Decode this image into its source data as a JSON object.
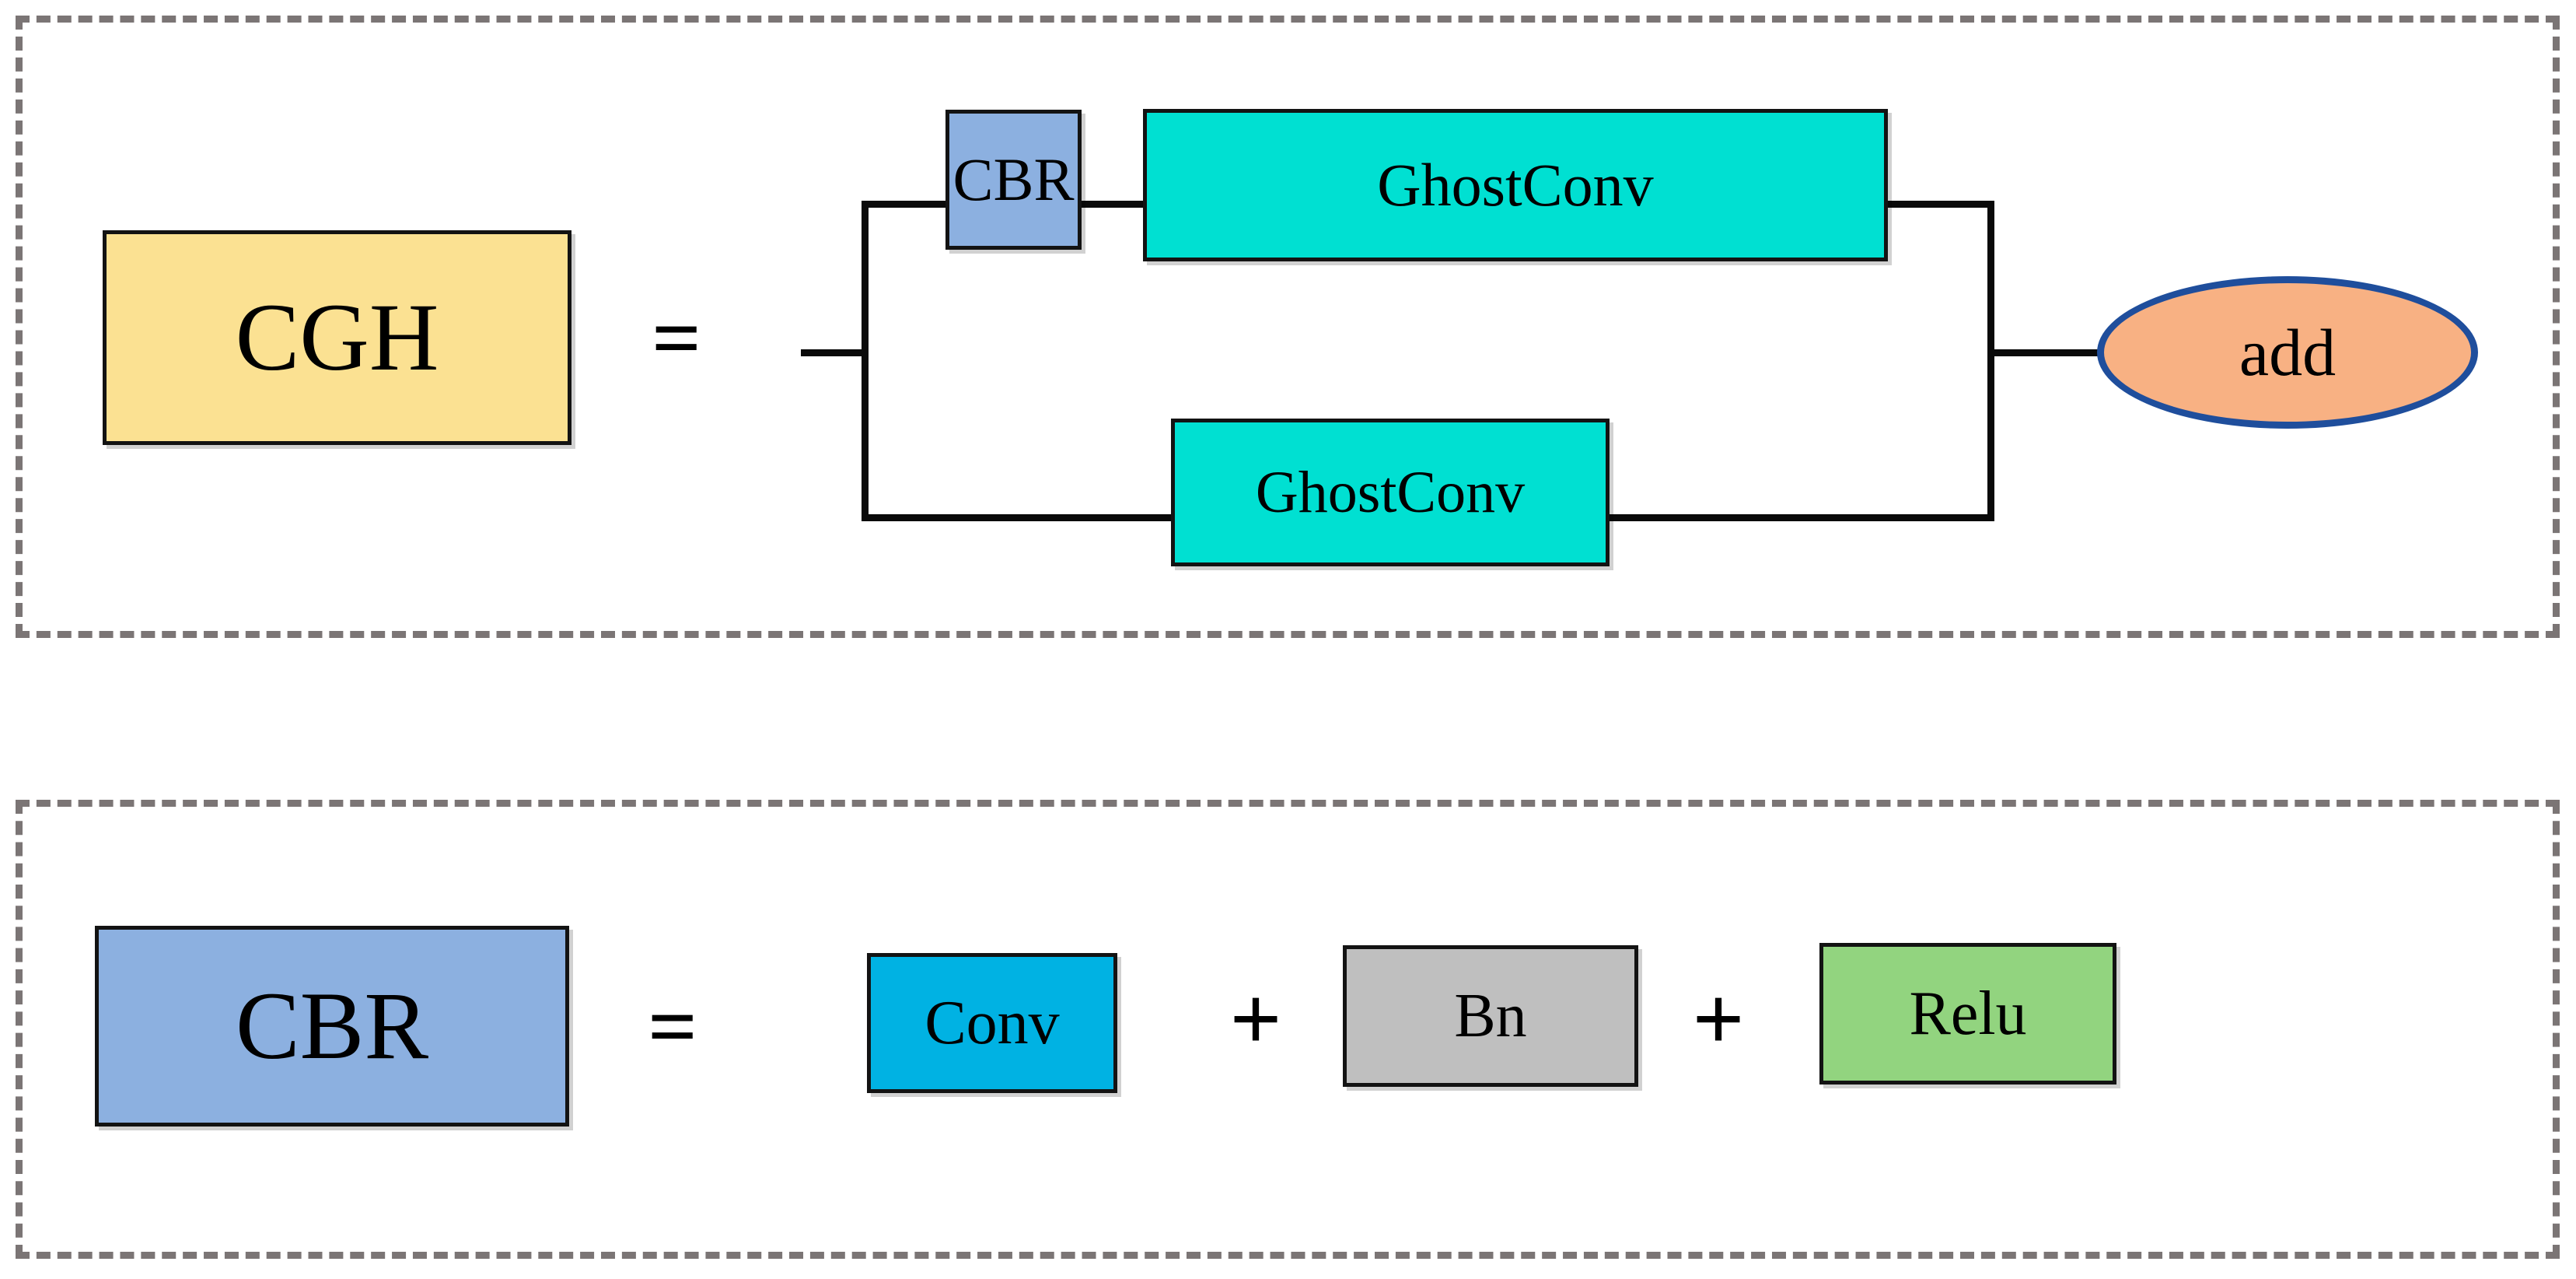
{
  "figure": {
    "title": "CGH and CBR module composition diagram",
    "type": "block-diagram"
  },
  "palette": {
    "frame_dash": "#7b7575",
    "wire": "#0a0a0a",
    "cgh_fill": "#fbe192",
    "cbr_fill": "#8cb0e0",
    "ghostconv_fill": "#00e0d2",
    "add_fill": "#f8b183",
    "add_stroke": "#1f4e9c",
    "conv_fill": "#00b2e3",
    "bn_fill": "#bfbfbf",
    "relu_fill": "#92d croppedgreen"
  },
  "colors": {
    "cgh": "#fbe192",
    "cbr": "#8cb0e0",
    "ghostconv": "#00e0d2",
    "add": "#f8b183",
    "add_border": "#1f4e9c",
    "conv": "#00b2e3",
    "bn": "#bfbfbf",
    "relu": "#92d47f",
    "border": "#131313",
    "frame": "#7b7575",
    "wire": "#0a0a0a"
  },
  "groups": [
    {
      "id": "cgh-group",
      "lhs": {
        "label": "CGH",
        "shape": "rect",
        "fill": "#fbe192"
      },
      "operator": "=",
      "branches": [
        {
          "id": "top-branch",
          "nodes": [
            {
              "label": "CBR",
              "shape": "rect",
              "fill": "#8cb0e0"
            },
            {
              "label": "GhostConv",
              "shape": "rect",
              "fill": "#00e0d2"
            }
          ]
        },
        {
          "id": "bottom-branch",
          "nodes": [
            {
              "label": "GhostConv",
              "shape": "rect",
              "fill": "#00e0d2"
            }
          ]
        }
      ],
      "merge": {
        "label": "add",
        "shape": "ellipse",
        "fill": "#f8b183",
        "stroke": "#1f4e9c"
      }
    },
    {
      "id": "cbr-group",
      "lhs": {
        "label": "CBR",
        "shape": "rect",
        "fill": "#8cb0e0"
      },
      "operator": "=",
      "terms": [
        {
          "label": "Conv",
          "shape": "rect",
          "fill": "#00b2e3"
        },
        {
          "label": "Bn",
          "shape": "rect",
          "fill": "#bfbfbf"
        },
        {
          "label": "Relu",
          "shape": "rect",
          "fill": "#92d47f"
        }
      ],
      "separators": [
        "+",
        "+"
      ]
    }
  ],
  "labels": {
    "cgh": "CGH",
    "equals_top": "=",
    "cbr_top": "CBR",
    "ghostconv_top": "GhostConv",
    "ghostconv_bottom": "GhostConv",
    "add": "add",
    "cbr_main": "CBR",
    "equals_bottom": "=",
    "conv": "Conv",
    "plus_1": "+",
    "bn": "Bn",
    "plus_2": "+",
    "relu": "Relu"
  }
}
